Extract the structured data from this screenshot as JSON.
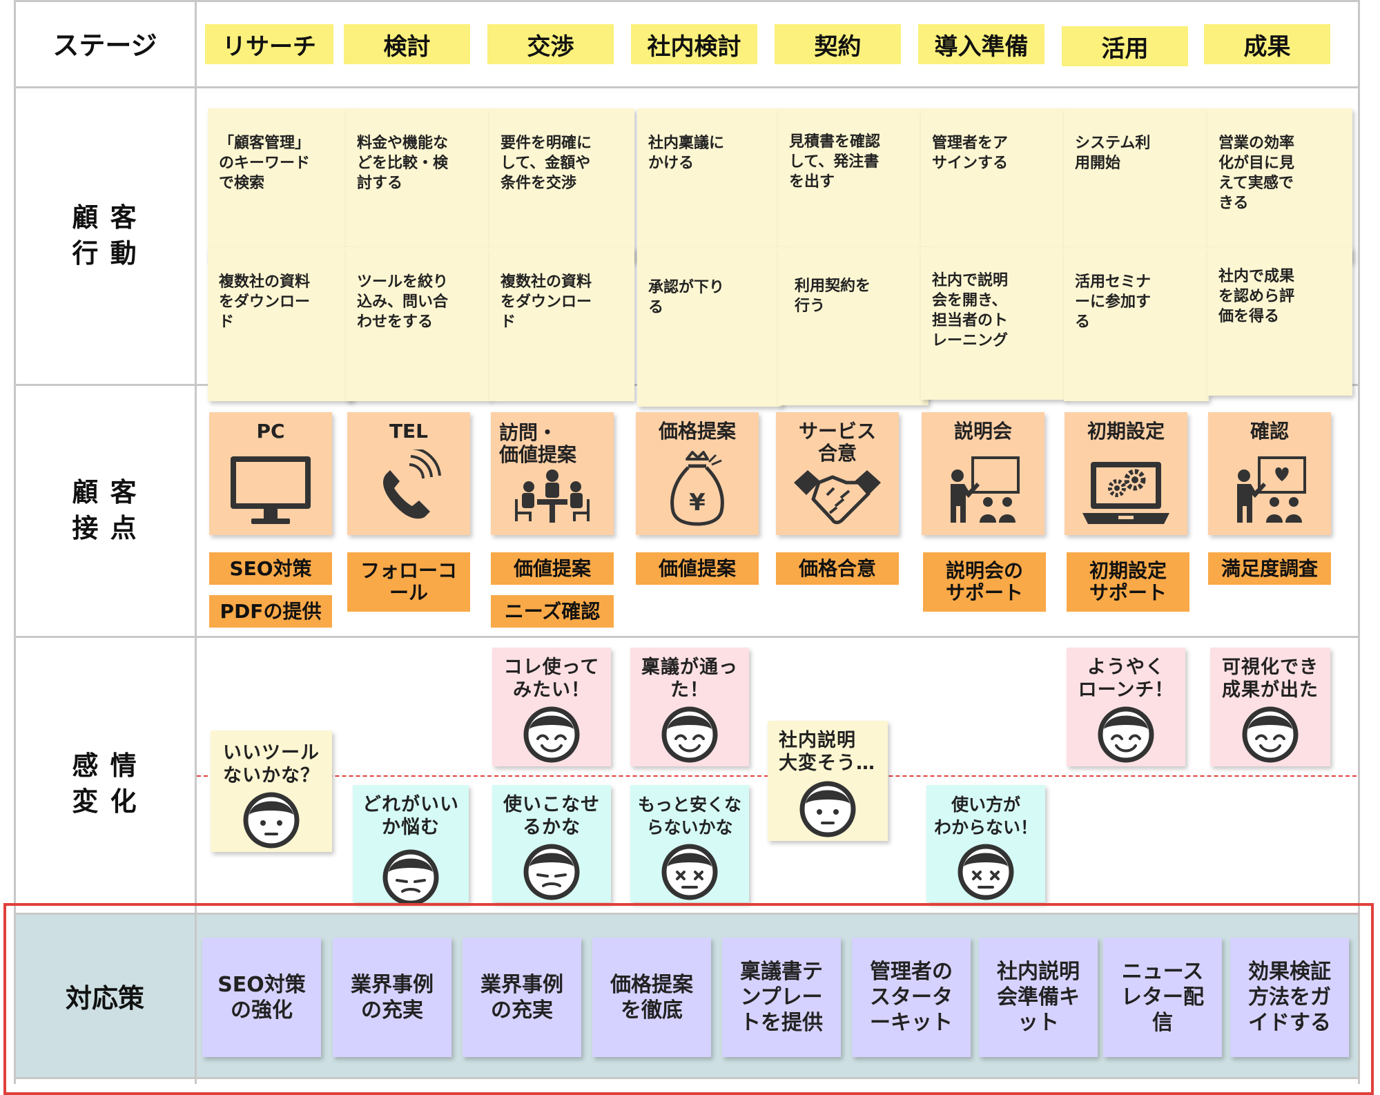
{
  "row_labels": {
    "stage": "ステージ",
    "behavior": "顧 客\n行 動",
    "touchpoint": "顧 客\n接 点",
    "emotion": "感 情\n変 化",
    "countermeasure": "対応策"
  },
  "stages": [
    "リサーチ",
    "検討",
    "交渉",
    "社内検討",
    "契約",
    "導入準備",
    "活用",
    "成果"
  ],
  "behaviors_top": [
    "「顧客管理」\nのキーワード\nで検索",
    "料金や機能な\nどを比較・検\n討する",
    "要件を明確に\nして、金額や\n条件を交渉",
    "社内稟議に\nかける",
    "見積書を確認\nして、発注書\nを出す",
    "管理者をア\nサインする",
    "システム利\n用開始",
    "営業の効率\n化が目に見\nえて実感で\nきる"
  ],
  "behaviors_bottom": [
    "複数社の資料\nをダウンロー\nド",
    "ツールを絞り\n込み、問い合\nわせをする",
    "複数社の資料\nをダウンロー\nド",
    "承認が下り\nる",
    "利用契約を\n行う",
    "社内で説明\n会を開き、\n担当者のト\nレーニング",
    "活用セミナ\nーに参加す\nる",
    "社内で成果\nを認めら評\n価を得る"
  ],
  "touchpoints": [
    {
      "label": "PC",
      "icon": "monitor-icon"
    },
    {
      "label": "TEL",
      "icon": "phone-icon"
    },
    {
      "label": "訪問・\n価値提案",
      "icon": "meeting-icon"
    },
    {
      "label": "価格提案",
      "icon": "money-bag-icon"
    },
    {
      "label": "サービス\n合意",
      "icon": "handshake-icon"
    },
    {
      "label": "説明会",
      "icon": "presentation-icon"
    },
    {
      "label": "初期設定",
      "icon": "laptop-gear-icon"
    },
    {
      "label": "確認",
      "icon": "presentation-heart-icon"
    }
  ],
  "touchpoint_tags": [
    [
      "SEO対策",
      "PDFの提供"
    ],
    [
      "フォローコ\nール"
    ],
    [
      "価値提案",
      "ニーズ確認"
    ],
    [
      "価値提案"
    ],
    [
      "価格合意"
    ],
    [
      "説明会の\nサポート"
    ],
    [
      "初期設定\nサポート"
    ],
    [
      "満足度調査"
    ]
  ],
  "emotions": [
    {
      "text": "いいツール\nないかな？",
      "face": "neutral-face-icon",
      "mood": "neutral"
    },
    {
      "text": "どれがいい\nか悩む",
      "face": "tired-face-icon",
      "mood": "negative"
    },
    {
      "text": "コレ使って\nみたい！",
      "face": "smile-face-icon",
      "mood": "positive"
    },
    {
      "text": "使いこなせ\nるかな",
      "face": "tired-face-icon",
      "mood": "negative"
    },
    {
      "text": "稟議が通っ\nた！",
      "face": "smile-face-icon",
      "mood": "positive"
    },
    {
      "text": "もっと安くな\nらないかな",
      "face": "dizzy-face-icon",
      "mood": "negative"
    },
    {
      "text": "社内説明\n大変そう…",
      "face": "neutral-face-icon",
      "mood": "neutral"
    },
    {
      "text": "使い方が\nわからない！",
      "face": "dizzy-face-icon",
      "mood": "negative"
    },
    {
      "text": "ようやく\nローンチ！",
      "face": "smile-face-icon",
      "mood": "positive"
    },
    {
      "text": "可視化でき\n成果が出た",
      "face": "smile-face-icon",
      "mood": "positive"
    }
  ],
  "countermeasures": [
    "SEO対策\nの強化",
    "業界事例\nの充実",
    "業界事例\nの充実",
    "価格提案\nを徹底",
    "稟議書テ\nンプレー\nトを提供",
    "管理者の\nスタータ\nーキット",
    "社内説明\n会準備キ\nット",
    "ニュース\nレター配\n信",
    "効果検証\n方法をガ\nイドする"
  ],
  "colors": {
    "stage": "#fbf17c",
    "behavior_note": "#fcf6d2",
    "touchpoint": "#fdd0a6",
    "tag": "#f9a948",
    "emotion_positive": "#fde0e4",
    "emotion_negative": "#d6fbf6",
    "emotion_neutral": "#fcf6d2",
    "countermeasure": "#d6d2ff",
    "countermeasure_row": "#cddfe2",
    "highlight_border": "#e0403c",
    "dashed_line": "#e0403c"
  }
}
